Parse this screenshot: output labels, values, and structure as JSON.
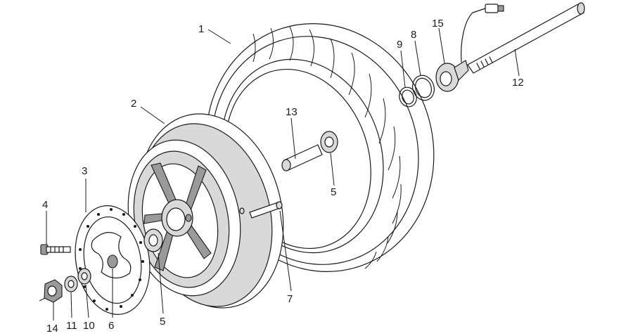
{
  "callouts": [
    {
      "id": "1",
      "label": "1"
    },
    {
      "id": "2",
      "label": "2"
    },
    {
      "id": "3",
      "label": "3"
    },
    {
      "id": "4",
      "label": "4"
    },
    {
      "id": "5a",
      "label": "5"
    },
    {
      "id": "5b",
      "label": "5"
    },
    {
      "id": "6",
      "label": "6"
    },
    {
      "id": "7",
      "label": "7"
    },
    {
      "id": "8",
      "label": "8"
    },
    {
      "id": "9",
      "label": "9"
    },
    {
      "id": "10",
      "label": "10"
    },
    {
      "id": "11",
      "label": "11"
    },
    {
      "id": "12",
      "label": "12"
    },
    {
      "id": "13",
      "label": "13"
    },
    {
      "id": "14",
      "label": "14"
    },
    {
      "id": "15",
      "label": "15"
    }
  ]
}
